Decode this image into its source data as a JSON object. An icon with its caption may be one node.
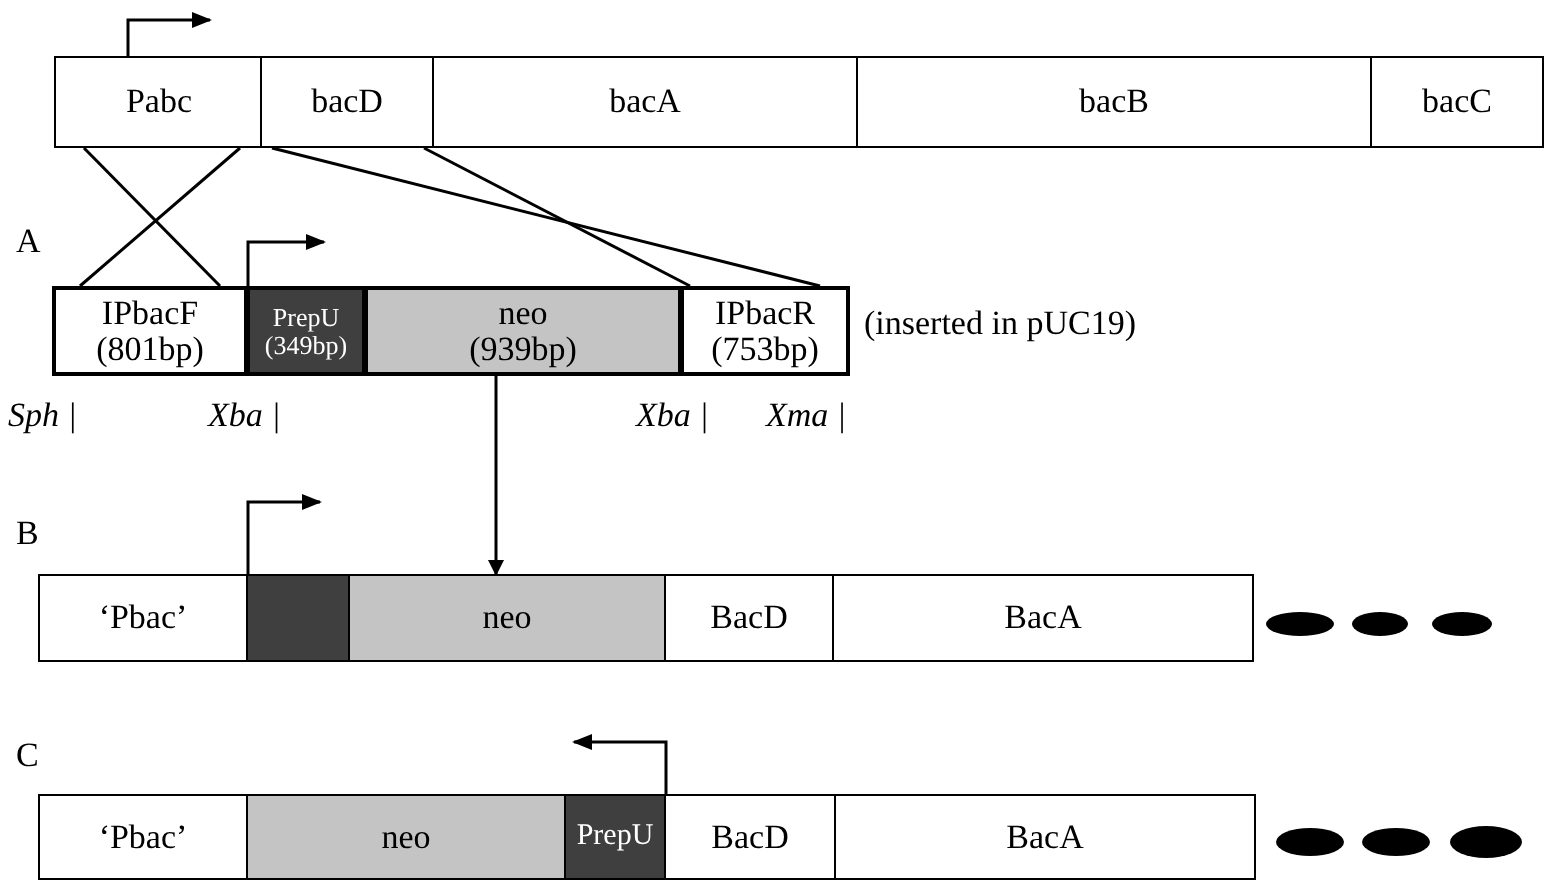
{
  "diagram": {
    "nodes": [
      {
        "text": [
          "Pabc"
        ]
      },
      {
        "text": [
          "bacD"
        ]
      },
      {
        "text": [
          "bacA"
        ]
      },
      {
        "text": [
          "bacB"
        ]
      },
      {
        "text": [
          "bacC"
        ]
      },
      {
        "text": [
          "IPbacF",
          "(801bp)"
        ]
      },
      {
        "text": [
          "PrepU",
          "(349bp)"
        ]
      },
      {
        "text": [
          "neo",
          "(939bp)"
        ]
      },
      {
        "text": [
          "IPbacR",
          "(753bp)"
        ]
      },
      {
        "text": [
          "‘Pbac’"
        ]
      },
      {
        "text": [],
        "shape": "box"
      },
      {
        "text": [
          "neo"
        ]
      },
      {
        "text": [
          "BacD"
        ]
      },
      {
        "text": [
          "BacA"
        ]
      },
      {
        "text": [
          "‘Pbac’"
        ]
      },
      {
        "text": [
          "neo"
        ]
      },
      {
        "text": [
          "PrepU"
        ]
      },
      {
        "text": [
          "BacD"
        ]
      },
      {
        "text": [
          "BacA"
        ]
      }
    ],
    "edges": [
      {
        "from": 0,
        "to": 5,
        "arrow": "none"
      },
      {
        "from": 0,
        "to": 5,
        "arrow": "none"
      },
      {
        "from": 1,
        "to": 8,
        "arrow": "none"
      },
      {
        "from": 1,
        "to": 8,
        "arrow": "none"
      },
      {
        "from": 7,
        "to": 11,
        "arrow": "to"
      }
    ],
    "labels": [
      "A",
      "(inserted in pUC19)",
      "Sph |",
      "Xba |",
      "Xba |",
      "Xma |",
      "B",
      "C"
    ]
  }
}
